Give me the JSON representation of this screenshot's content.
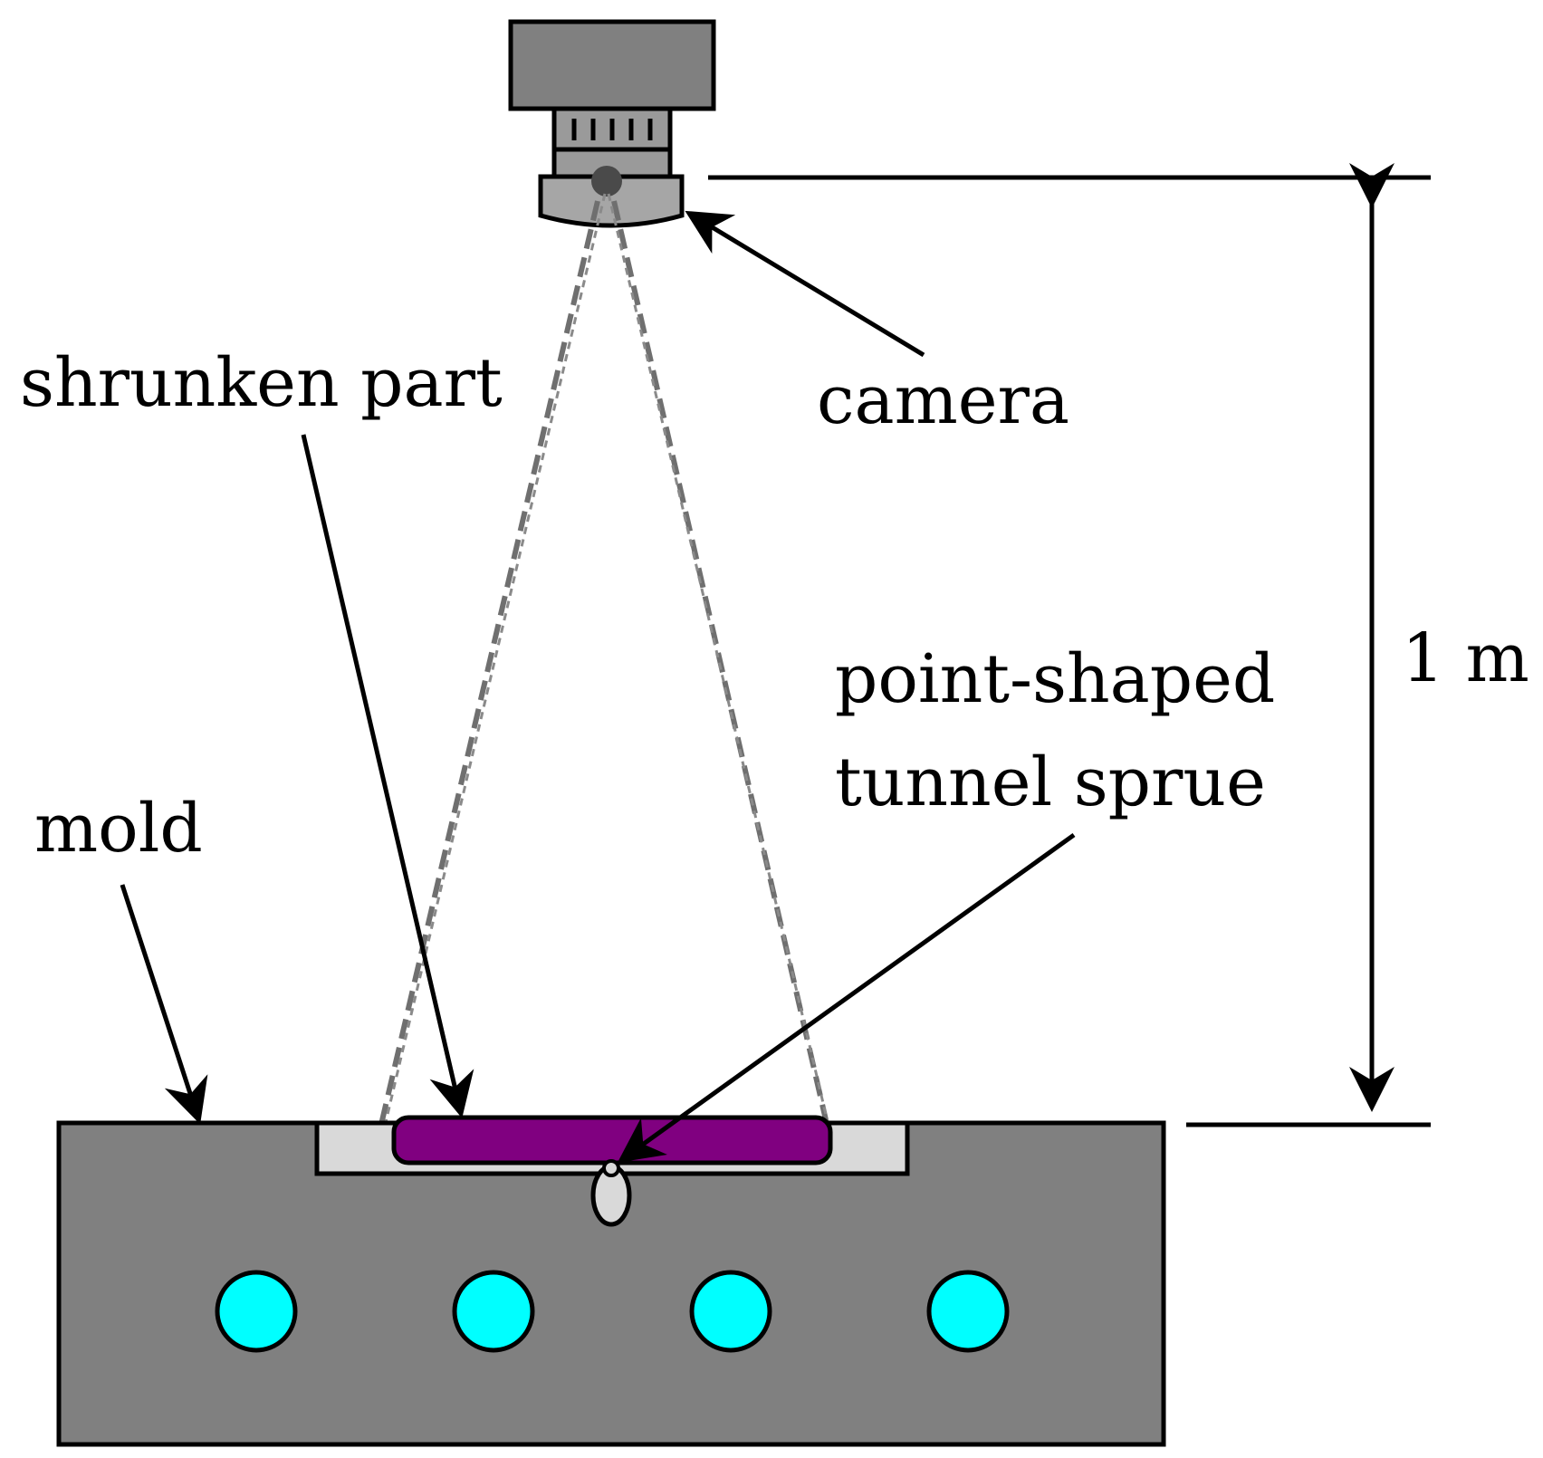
{
  "labels": {
    "shrunken_part": "shrunken part",
    "camera": "camera",
    "point_shaped": "point-shaped",
    "tunnel_sprue": "tunnel sprue",
    "mold": "mold",
    "distance": "1 m"
  },
  "colors": {
    "mold": "#808080",
    "cavity": "#d9d9d9",
    "part": "#800080",
    "cooling_channel": "#00ffff",
    "camera_body": "#808080",
    "camera_lens": "#a6a6a6",
    "camera_sensor_dot": "#4a4a4a",
    "fov_dashes": "#6f6f6f"
  },
  "icons": {
    "camera": "camera-icon",
    "cooling_channel": "cooling-channel-icon"
  }
}
